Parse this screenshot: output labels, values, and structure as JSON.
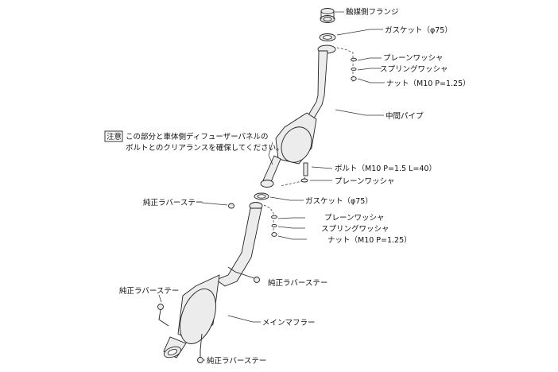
{
  "labels": {
    "cat_flange": "触媒側フランジ",
    "gasket_top": "ガスケット（φ75）",
    "plain_washer_1": "プレーンワッシャ",
    "spring_washer_1": "スプリングワッシャ",
    "nut_1": "ナット（M10 P=1.25）",
    "center_pipe": "中間パイプ",
    "bolt": "ボルト（M10 P=1.5 L=40）",
    "plain_washer_bolt": "プレーンワッシャ",
    "gasket_mid": "ガスケット（φ75）",
    "plain_washer_2": "プレーンワッシャ",
    "spring_washer_2": "スプリングワッシャ",
    "nut_2": "ナット（M10 P=1.25）",
    "rubber_stay_1": "純正ラバーステー",
    "rubber_stay_2": "純正ラバーステー",
    "rubber_stay_3": "純正ラバーステー",
    "rubber_stay_4": "純正ラバーステー",
    "main_muffler": "メインマフラー"
  },
  "note": {
    "tag": "注意",
    "line1": "この部分と車体側ディフューザーパネルの",
    "line2": "ボルトとのクリアランスを確保してください。"
  }
}
